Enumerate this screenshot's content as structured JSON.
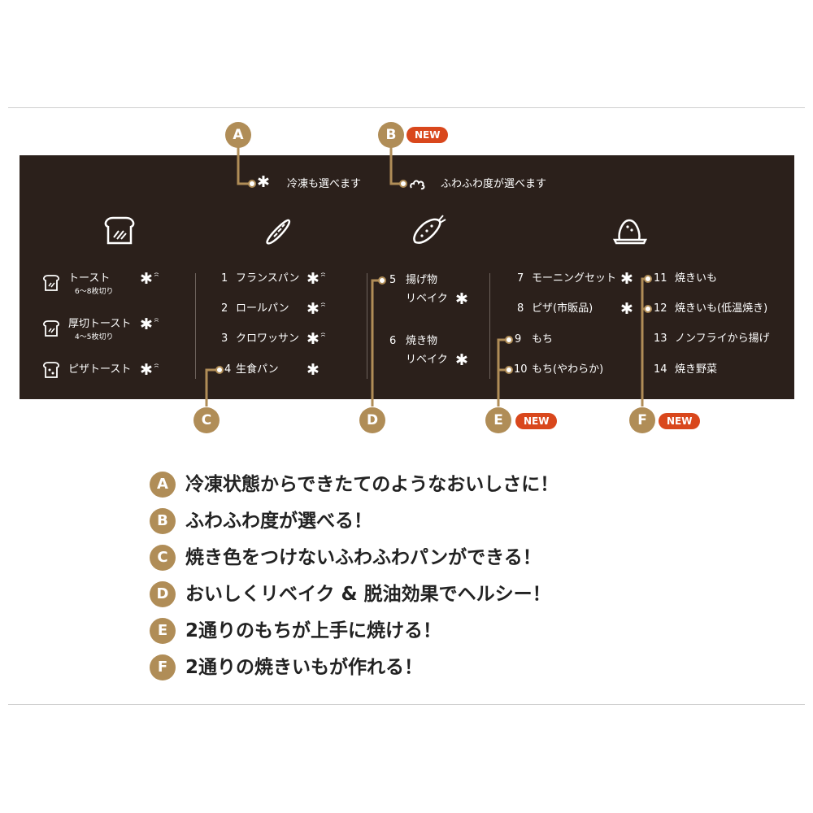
{
  "colors": {
    "panel": "#2b201b",
    "gold": "#b08d57",
    "new_badge": "#d9471c"
  },
  "header": {
    "a_label": "A",
    "a_text": "冷凍も選べます",
    "b_label": "B",
    "b_text": "ふわふわ度が選べます",
    "new": "NEW"
  },
  "col1": [
    {
      "name": "トースト",
      "sub": "6～8枚切り"
    },
    {
      "name": "厚切トースト",
      "sub": "4～5枚切り"
    },
    {
      "name": "ピザトースト"
    }
  ],
  "col2": [
    {
      "num": "1",
      "name": "フランスパン"
    },
    {
      "num": "2",
      "name": "ロールパン"
    },
    {
      "num": "3",
      "name": "クロワッサン"
    },
    {
      "num": "4",
      "name": "生食パン"
    }
  ],
  "col3": [
    {
      "num": "5",
      "line1": "揚げ物",
      "line2": "リベイク"
    },
    {
      "num": "6",
      "line1": "焼き物",
      "line2": "リベイク"
    }
  ],
  "col4": [
    {
      "num": "7",
      "name": "モーニングセット"
    },
    {
      "num": "8",
      "name": "ピザ(市販品)"
    },
    {
      "num": "9",
      "name": "もち"
    },
    {
      "num": "10",
      "name": "もち(やわらか)"
    }
  ],
  "col5": [
    {
      "num": "11",
      "name": "焼きいも"
    },
    {
      "num": "12",
      "name": "焼きいも(低温焼き)"
    },
    {
      "num": "13",
      "name": "ノンフライから揚げ"
    },
    {
      "num": "14",
      "name": "焼き野菜"
    }
  ],
  "callouts": {
    "c": "C",
    "d": "D",
    "e": "E",
    "f": "F"
  },
  "features": [
    {
      "label": "A",
      "text": "冷凍状態からできたてのようなおいしさに！"
    },
    {
      "label": "B",
      "text": "ふわふわ度が選べる！"
    },
    {
      "label": "C",
      "text": "焼き色をつけないふわふわパンができる！"
    },
    {
      "label": "D",
      "text": "おいしくリベイク & 脱油効果でヘルシー！"
    },
    {
      "label": "E",
      "text": "2通りのもちが上手に焼ける！"
    },
    {
      "label": "F",
      "text": "2通りの焼きいもが作れる！"
    }
  ],
  "icons": [
    "snowflake-icon",
    "fluffy-icon",
    "toast-icon",
    "baguette-icon",
    "fried-shrimp-icon",
    "sweet-potato-icon"
  ]
}
